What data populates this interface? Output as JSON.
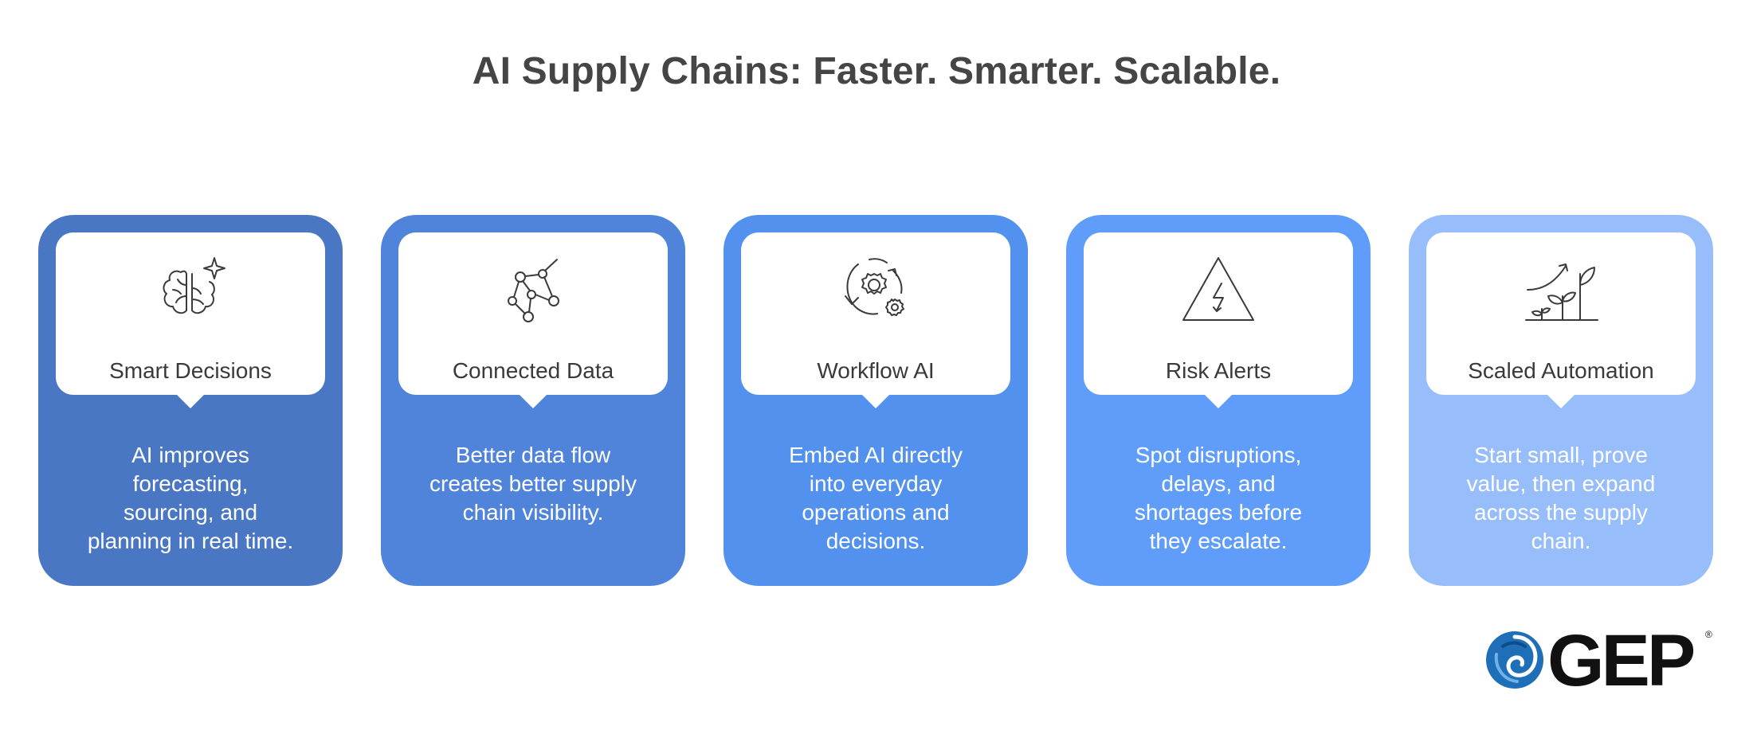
{
  "title": "AI Supply Chains: Faster. Smarter. Scalable.",
  "cards": [
    {
      "label": "Smart Decisions",
      "icon": "brain-sparkle-icon",
      "color": "#4a77c4",
      "desc_lines": [
        "AI improves",
        "forecasting,",
        "sourcing, and",
        "planning in real time."
      ]
    },
    {
      "label": "Connected Data",
      "icon": "network-nodes-icon",
      "color": "#4f84da",
      "desc_lines": [
        "Better data flow",
        "creates better supply",
        "chain visibility."
      ]
    },
    {
      "label": "Workflow AI",
      "icon": "gears-cycle-icon",
      "color": "#5291ee",
      "desc_lines": [
        "Embed AI directly",
        "into everyday",
        "operations and",
        "decisions."
      ]
    },
    {
      "label": "Risk Alerts",
      "icon": "warning-bolt-icon",
      "color": "#609dfa",
      "desc_lines": [
        "Spot disruptions,",
        "delays, and",
        "shortages before",
        "they escalate."
      ]
    },
    {
      "label": "Scaled Automation",
      "icon": "growth-plant-icon",
      "color": "#98bdfb",
      "desc_lines": [
        "Start small, prove",
        "value, then expand",
        "across the supply",
        "chain."
      ]
    }
  ],
  "logo": {
    "text": "GEP",
    "registered": "®",
    "color": "#1e6fb8"
  }
}
